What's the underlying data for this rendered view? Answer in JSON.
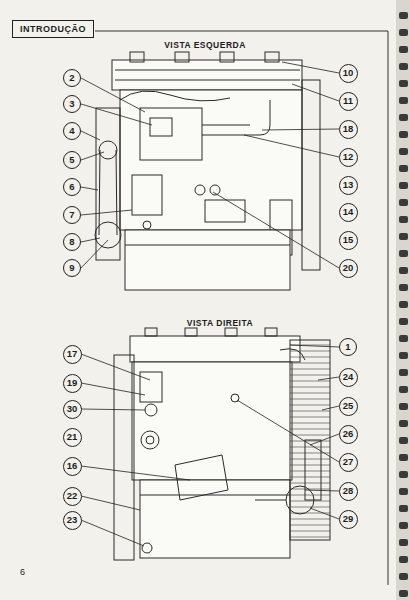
{
  "diagram": {
    "title": "INTRODUÇÃO",
    "nodes": [
      {
        "text": [
          "2"
        ]
      },
      {
        "text": [
          "3"
        ]
      },
      {
        "text": [
          "4"
        ]
      },
      {
        "text": [
          "5"
        ]
      },
      {
        "text": [
          "6"
        ]
      },
      {
        "text": [
          "7"
        ]
      },
      {
        "text": [
          "8"
        ]
      },
      {
        "text": [
          "9"
        ]
      },
      {
        "text": [
          "10"
        ]
      },
      {
        "text": [
          "11"
        ]
      },
      {
        "text": [
          "18"
        ]
      },
      {
        "text": [
          "12"
        ]
      },
      {
        "text": [
          "13"
        ]
      },
      {
        "text": [
          "14"
        ]
      },
      {
        "text": [
          "15"
        ]
      },
      {
        "text": [
          "20"
        ]
      },
      {
        "text": [
          "17"
        ]
      },
      {
        "text": [
          "19"
        ]
      },
      {
        "text": [
          "30"
        ]
      },
      {
        "text": [
          "21"
        ]
      },
      {
        "text": [
          "16"
        ]
      },
      {
        "text": [
          "22"
        ]
      },
      {
        "text": [
          "23"
        ]
      },
      {
        "text": [
          "1"
        ]
      },
      {
        "text": [
          "24"
        ]
      },
      {
        "text": [
          "25"
        ]
      },
      {
        "text": [
          "26"
        ]
      },
      {
        "text": [
          "27"
        ]
      },
      {
        "text": [
          "28"
        ]
      },
      {
        "text": [
          "29"
        ]
      }
    ],
    "labels": [
      "VISTA ESQUERDA",
      "VISTA DIREITA",
      "6"
    ]
  }
}
